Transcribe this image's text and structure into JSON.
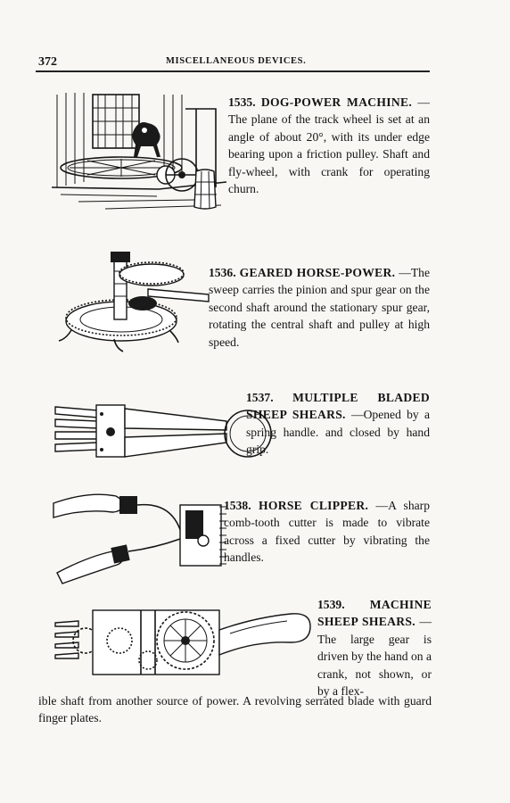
{
  "header": {
    "page_number": "372",
    "running_title": "MISCELLANEOUS DEVICES."
  },
  "entries": [
    {
      "number": "1535.",
      "title": "DOG-POWER MACHINE.",
      "text": "—The plane of the track wheel is set at an angle of about 20°, with its under edge bearing upon a friction pulley. Shaft and fly-wheel, with crank for operating churn.",
      "figure_icon": "dog-power-machine-illustration"
    },
    {
      "number": "1536.",
      "title": "GEARED HORSE-POWER.",
      "text": "—The sweep carries the pinion and spur gear on the second shaft around the stationary spur gear, rotating the central shaft and pulley at high speed.",
      "figure_icon": "geared-horse-power-illustration"
    },
    {
      "number": "1537.",
      "title": "MULTIPLE BLADED SHEEP SHEARS.",
      "text": "—Opened by a spring handle. and closed by hand grip.",
      "figure_icon": "multiple-bladed-sheep-shears-illustration"
    },
    {
      "number": "1538.",
      "title": "HORSE CLIPPER.",
      "text": "—A sharp comb-tooth cutter is made to vibrate across a fixed cutter by vibrating the handles.",
      "figure_icon": "horse-clipper-illustration"
    },
    {
      "number": "1539.",
      "title": "MACHINE SHEEP SHEARS.",
      "text_wrapped": "—The large gear is driven by the hand on a crank, not shown, or by a flex-",
      "text_full_width": "ible shaft from another source of power. A revolving serrated blade with guard finger plates.",
      "figure_icon": "machine-sheep-shears-illustration"
    }
  ]
}
